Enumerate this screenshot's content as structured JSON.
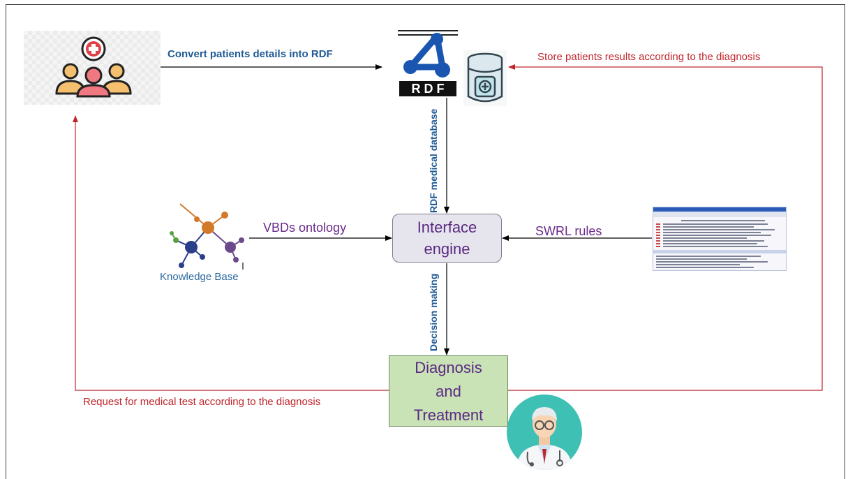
{
  "edges": {
    "convert": "Convert patients details into RDF",
    "store": "Store patients results according to the diagnosis",
    "request": "Request for medical test according to the diagnosis",
    "ontology": "VBDs ontology",
    "swrl": "SWRL rules",
    "rdf_db": "RDF medical database",
    "decision": "Decision making"
  },
  "nodes": {
    "engine_line1": "Interface",
    "engine_line2": "engine",
    "diag_line1": "Diagnosis",
    "diag_line2": "and",
    "diag_line3": "Treatment",
    "knowledge_base": "Knowledge Base",
    "rdf_logo_text": "R D F"
  },
  "icons": {
    "patients": "patients-group-icon",
    "rdf": "rdf-logo-icon",
    "database": "medical-database-icon",
    "ontology": "knowledge-graph-icon",
    "swrl": "swrl-rules-screenshot",
    "doctor": "doctor-icon"
  },
  "colors": {
    "blue": "#1f5a96",
    "red": "#c0262c",
    "purple": "#6a2a8a",
    "engine_fill": "#e6e4ec",
    "diag_fill": "#c9e2b6"
  }
}
